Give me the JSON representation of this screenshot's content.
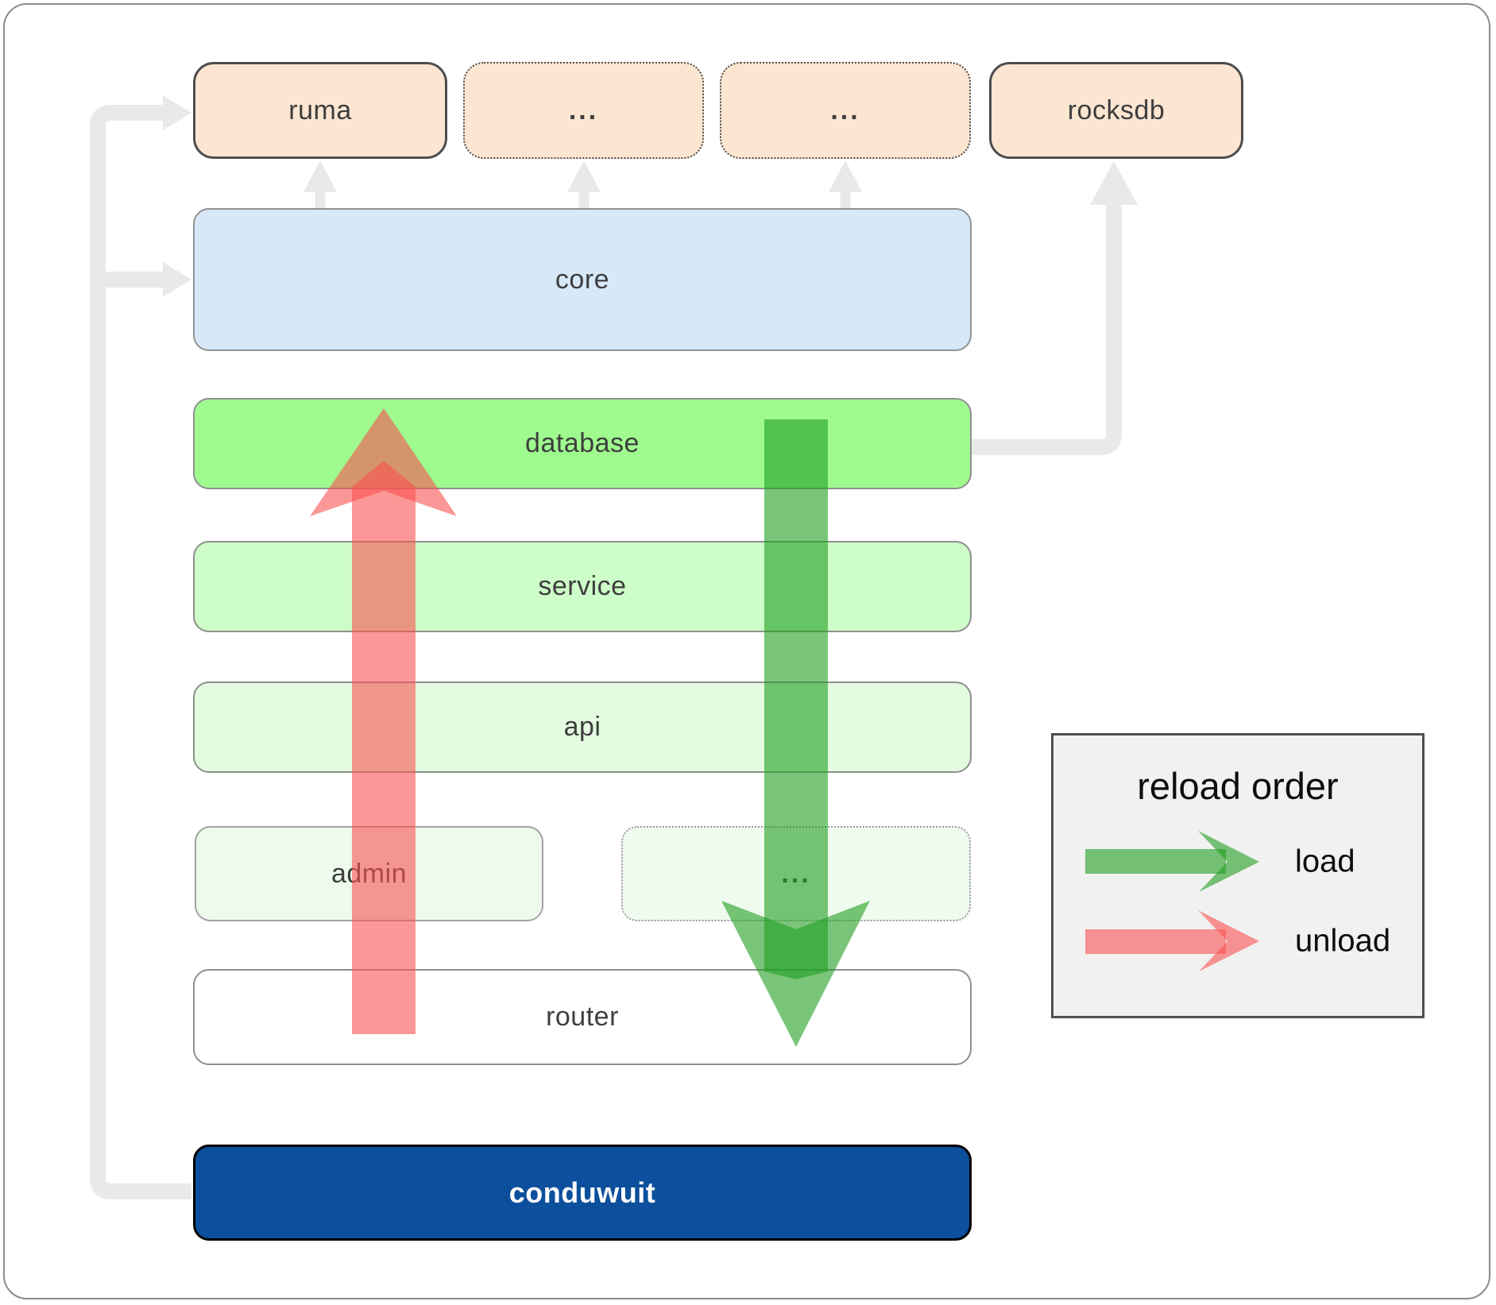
{
  "diagram": {
    "top_row": {
      "ruma": "ruma",
      "ellipsis_1": "...",
      "ellipsis_2": "...",
      "rocksdb": "rocksdb"
    },
    "layers": {
      "core": "core",
      "database": "database",
      "service": "service",
      "api": "api",
      "admin": "admin",
      "ellipsis_3": "...",
      "router": "router",
      "conduwuit": "conduwuit"
    }
  },
  "legend": {
    "title": "reload order",
    "load_label": "load",
    "unload_label": "unload"
  },
  "colors": {
    "load_arrow_green": "#1f9e1f",
    "unload_arrow_red": "#fa5252",
    "connector_gray": "#e9e9e9",
    "top_row_fill": "#fce6d2",
    "core_fill": "#d7e8f8",
    "database_fill": "#9ffb8e",
    "service_fill": "#cdfdc8",
    "api_fill": "#e3fcdf",
    "admin_fill": "#edfaec",
    "router_fill": "#ffffff",
    "conduwuit_fill": "#0c4f9c",
    "conduwuit_text": "#ffffff",
    "box_label_text": "#3e3e3e",
    "legend_bg": "#f1f1f1"
  }
}
